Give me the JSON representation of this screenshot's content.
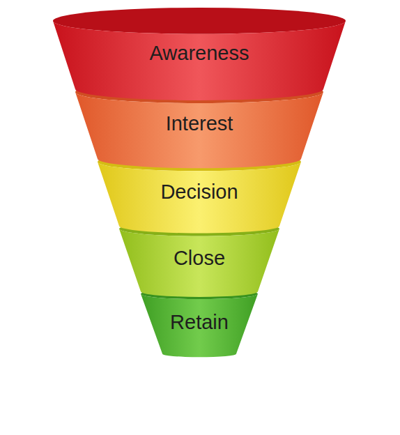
{
  "diagram": {
    "nodes": [
      {
        "text": [
          "Awareness"
        ]
      },
      {
        "text": [
          "Interest"
        ]
      },
      {
        "text": [
          "Decision"
        ]
      },
      {
        "text": [
          "Close"
        ]
      },
      {
        "text": [
          "Retain"
        ]
      }
    ]
  }
}
